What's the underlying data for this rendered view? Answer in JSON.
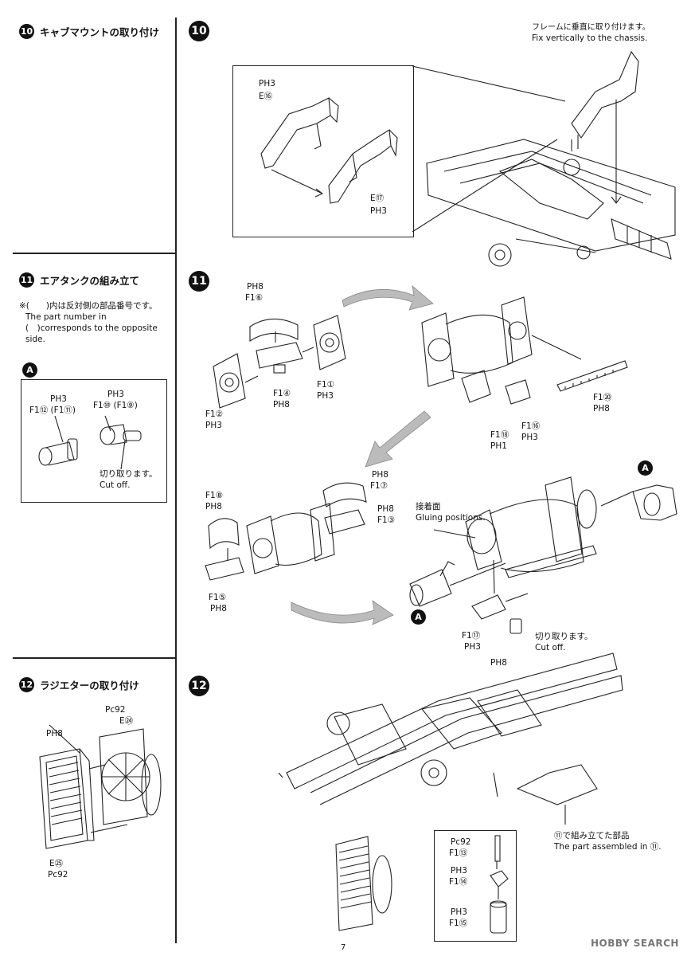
{
  "sections": {
    "s10": {
      "number": "10",
      "title": "キャブマウントの取り付け"
    },
    "s11": {
      "number": "11",
      "title": "エアタンクの組み立て"
    },
    "s12": {
      "number": "12",
      "title": "ラジエターの取り付け"
    }
  },
  "left": {
    "note_jp": "※(　　)内は反対側の部品番号です。",
    "note_en": "The part number in (　)corresponds to the opposite side.",
    "detail_a": {
      "letter": "A",
      "labels": [
        "PH3",
        "F1⑫ (F1⑪)",
        "PH3",
        "F1⑩ (F1⑨)"
      ],
      "cut_jp": "切り取ります。",
      "cut_en": "Cut off."
    },
    "s12_labels": [
      "Pc92",
      "E㉔",
      "PH8",
      "E㉕",
      "Pc92"
    ]
  },
  "step10": {
    "number": "10",
    "jp": "フレームに垂直に取り付けます。",
    "en": "Fix vertically to the chassis.",
    "labels": [
      "PH3",
      "E⑯",
      "E⑰",
      "PH3"
    ]
  },
  "step11": {
    "number": "11",
    "labels": [
      "PH8",
      "F1⑥",
      "F1①",
      "PH3",
      "F1④",
      "PH8",
      "F1②",
      "PH3",
      "F1⑳",
      "PH8",
      "F1⑯",
      "PH3",
      "F1⑱",
      "PH1",
      "PH8",
      "F1⑦",
      "PH8",
      "F1⑧",
      "PH8",
      "F1③",
      "F1⑤",
      "PH8",
      "F1⑰",
      "PH3",
      "PH8"
    ],
    "gluing_jp": "接着面",
    "gluing_en": "Gluing positions.",
    "cut_jp": "切り取ります。",
    "cut_en": "Cut off.",
    "a_marker": "A"
  },
  "step12": {
    "number": "12",
    "assembled_jp": "⑪で組み立てた部品",
    "assembled_en": "The part assembled in ⑪.",
    "inset_labels": [
      "Pc92",
      "F1⑬",
      "PH3",
      "F1⑭",
      "PH3",
      "F1⑮"
    ]
  },
  "footer": {
    "page": "7",
    "watermark": "HOBBY SEARCH"
  }
}
